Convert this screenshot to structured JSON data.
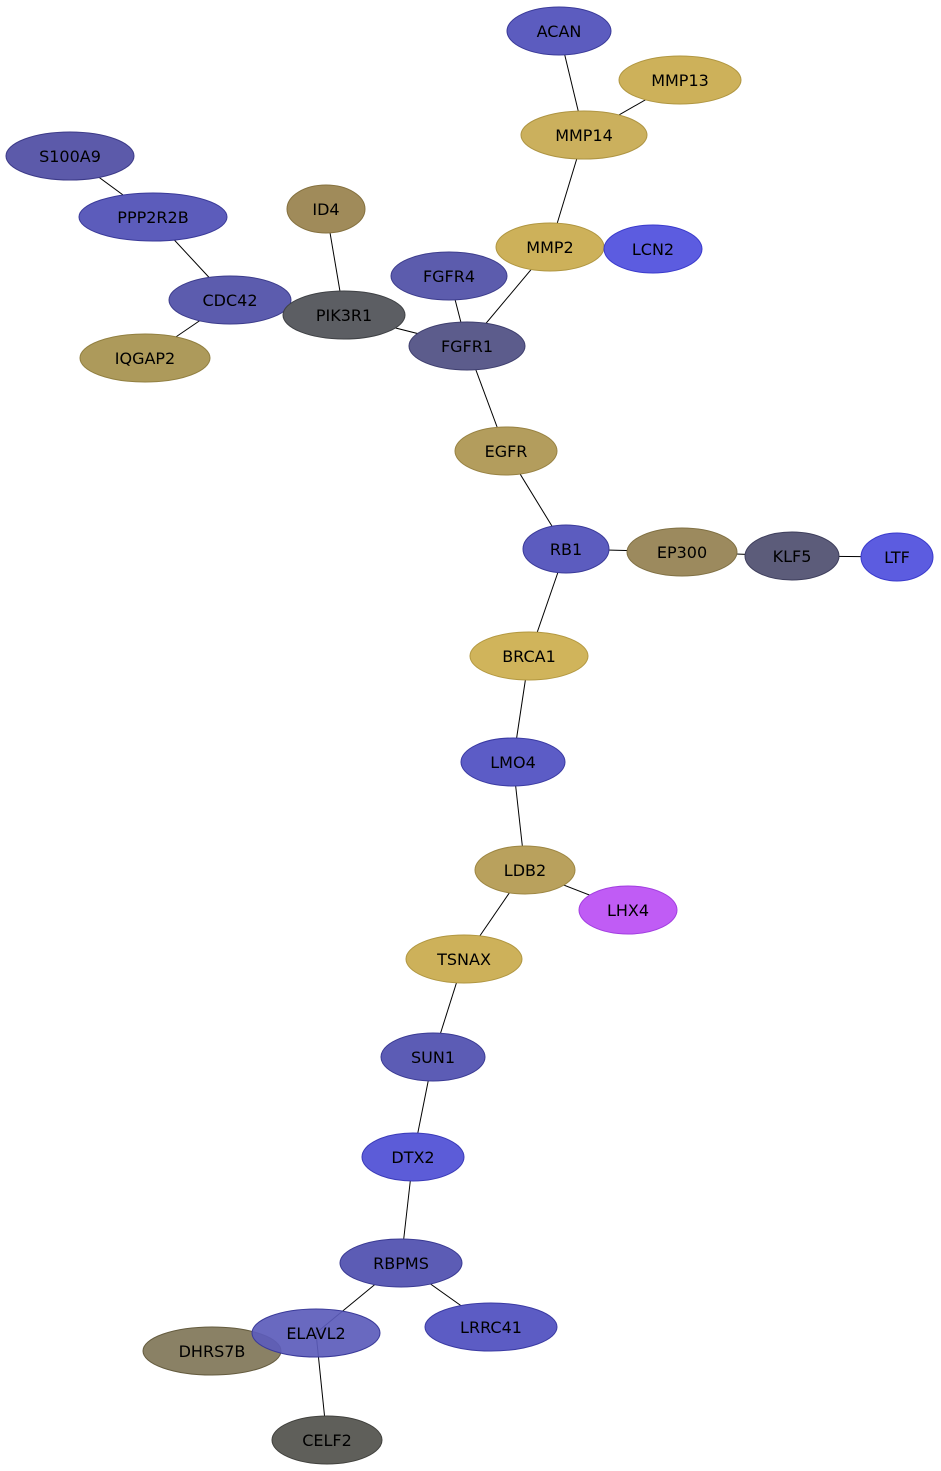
{
  "nodes": [
    {
      "id": "ACAN",
      "label": "ACAN",
      "fill": "#5c5cbf",
      "stroke": "#3a3a99"
    },
    {
      "id": "MMP13",
      "label": "MMP13",
      "fill": "#cdb15a",
      "stroke": "#b09640"
    },
    {
      "id": "MMP14",
      "label": "MMP14",
      "fill": "#cbb05d",
      "stroke": "#ae9442"
    },
    {
      "id": "S100A9",
      "label": "S100A9",
      "fill": "#5c5aaa",
      "stroke": "#3c3a88"
    },
    {
      "id": "PPP2R2B",
      "label": "PPP2R2B",
      "fill": "#5c5cbb",
      "stroke": "#3a3a99"
    },
    {
      "id": "ID4",
      "label": "ID4",
      "fill": "#a08b5a",
      "stroke": "#85713f"
    },
    {
      "id": "MMP2",
      "label": "MMP2",
      "fill": "#cdb15a",
      "stroke": "#b09640"
    },
    {
      "id": "LCN2",
      "label": "LCN2",
      "fill": "#5c5ce0",
      "stroke": "#3a3acc"
    },
    {
      "id": "FGFR4",
      "label": "FGFR4",
      "fill": "#5c5cad",
      "stroke": "#3c3c8c"
    },
    {
      "id": "CDC42",
      "label": "CDC42",
      "fill": "#5c5cae",
      "stroke": "#3c3c8c"
    },
    {
      "id": "PIK3R1",
      "label": "PIK3R1",
      "fill": "#5c5e63",
      "stroke": "#3f4145"
    },
    {
      "id": "FGFR1",
      "label": "FGFR1",
      "fill": "#5c5c8c",
      "stroke": "#3e3e6e"
    },
    {
      "id": "IQGAP2",
      "label": "IQGAP2",
      "fill": "#ad9a5b",
      "stroke": "#917f40"
    },
    {
      "id": "EGFR",
      "label": "EGFR",
      "fill": "#b39d5d",
      "stroke": "#988242"
    },
    {
      "id": "RB1",
      "label": "RB1",
      "fill": "#5c5cbf",
      "stroke": "#3a3a99"
    },
    {
      "id": "EP300",
      "label": "EP300",
      "fill": "#9c8a5e",
      "stroke": "#807043"
    },
    {
      "id": "KLF5",
      "label": "KLF5",
      "fill": "#5c5c7a",
      "stroke": "#3e3e5c"
    },
    {
      "id": "LTF",
      "label": "LTF",
      "fill": "#5c5ce0",
      "stroke": "#3a3acc"
    },
    {
      "id": "BRCA1",
      "label": "BRCA1",
      "fill": "#d0b45b",
      "stroke": "#b39840"
    },
    {
      "id": "LMO4",
      "label": "LMO4",
      "fill": "#5c5cc6",
      "stroke": "#3a3aa3"
    },
    {
      "id": "LDB2",
      "label": "LDB2",
      "fill": "#b9a15d",
      "stroke": "#9d8642"
    },
    {
      "id": "LHX4",
      "label": "LHX4",
      "fill": "#c05cf5",
      "stroke": "#a23ee0"
    },
    {
      "id": "TSNAX",
      "label": "TSNAX",
      "fill": "#cdb15a",
      "stroke": "#b09640"
    },
    {
      "id": "SUN1",
      "label": "SUN1",
      "fill": "#5c5cb5",
      "stroke": "#3a3a93"
    },
    {
      "id": "DTX2",
      "label": "DTX2",
      "fill": "#5c5cd8",
      "stroke": "#3a3ab8"
    },
    {
      "id": "RBPMS",
      "label": "RBPMS",
      "fill": "#5c5cb5",
      "stroke": "#3a3a93"
    },
    {
      "id": "DHRS7B",
      "label": "DHRS7B",
      "fill": "#807658",
      "stroke": "#645b3e"
    },
    {
      "id": "ELAVL2",
      "label": "ELAVL2",
      "fill": "#5c5cbb",
      "stroke": "#3a3a99"
    },
    {
      "id": "LRRC41",
      "label": "LRRC41",
      "fill": "#5c5cc4",
      "stroke": "#3a3aa3"
    },
    {
      "id": "CELF2",
      "label": "CELF2",
      "fill": "#5f5f5a",
      "stroke": "#41413d"
    }
  ],
  "edges": [
    [
      "ACAN",
      "MMP14"
    ],
    [
      "MMP13",
      "MMP14"
    ],
    [
      "MMP14",
      "MMP2"
    ],
    [
      "S100A9",
      "PPP2R2B"
    ],
    [
      "PPP2R2B",
      "CDC42"
    ],
    [
      "ID4",
      "PIK3R1"
    ],
    [
      "MMP2",
      "FGFR1"
    ],
    [
      "FGFR4",
      "FGFR1"
    ],
    [
      "CDC42",
      "PIK3R1"
    ],
    [
      "CDC42",
      "IQGAP2"
    ],
    [
      "PIK3R1",
      "FGFR1"
    ],
    [
      "FGFR1",
      "EGFR"
    ],
    [
      "EGFR",
      "RB1"
    ],
    [
      "RB1",
      "EP300"
    ],
    [
      "EP300",
      "KLF5"
    ],
    [
      "KLF5",
      "LTF"
    ],
    [
      "RB1",
      "BRCA1"
    ],
    [
      "BRCA1",
      "LMO4"
    ],
    [
      "LMO4",
      "LDB2"
    ],
    [
      "LDB2",
      "LHX4"
    ],
    [
      "LDB2",
      "TSNAX"
    ],
    [
      "TSNAX",
      "SUN1"
    ],
    [
      "SUN1",
      "DTX2"
    ],
    [
      "DTX2",
      "RBPMS"
    ],
    [
      "RBPMS",
      "ELAVL2"
    ],
    [
      "RBPMS",
      "LRRC41"
    ],
    [
      "ELAVL2",
      "CELF2"
    ]
  ]
}
